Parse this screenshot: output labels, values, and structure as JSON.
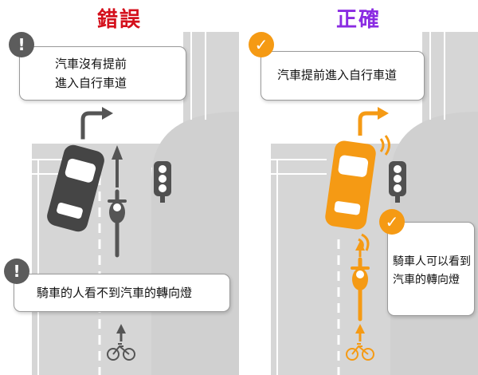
{
  "wrong": {
    "title": "錯誤",
    "note1_line1": "汽車沒有提前",
    "note1_line2": "進入自行車道",
    "note2": "騎車的人看不到汽車的轉向燈",
    "badge": "!"
  },
  "right": {
    "title": "正確",
    "note1": "汽車提前進入自行車道",
    "note2_line1": "騎車人可以看到",
    "note2_line2": "汽車的轉向燈",
    "badge": "✓"
  },
  "colors": {
    "wrong_title": "#d4101c",
    "right_title": "#8a2be2",
    "car_dark": "#454545",
    "car_orange": "#f59a14",
    "road": "#d6d6d6"
  }
}
